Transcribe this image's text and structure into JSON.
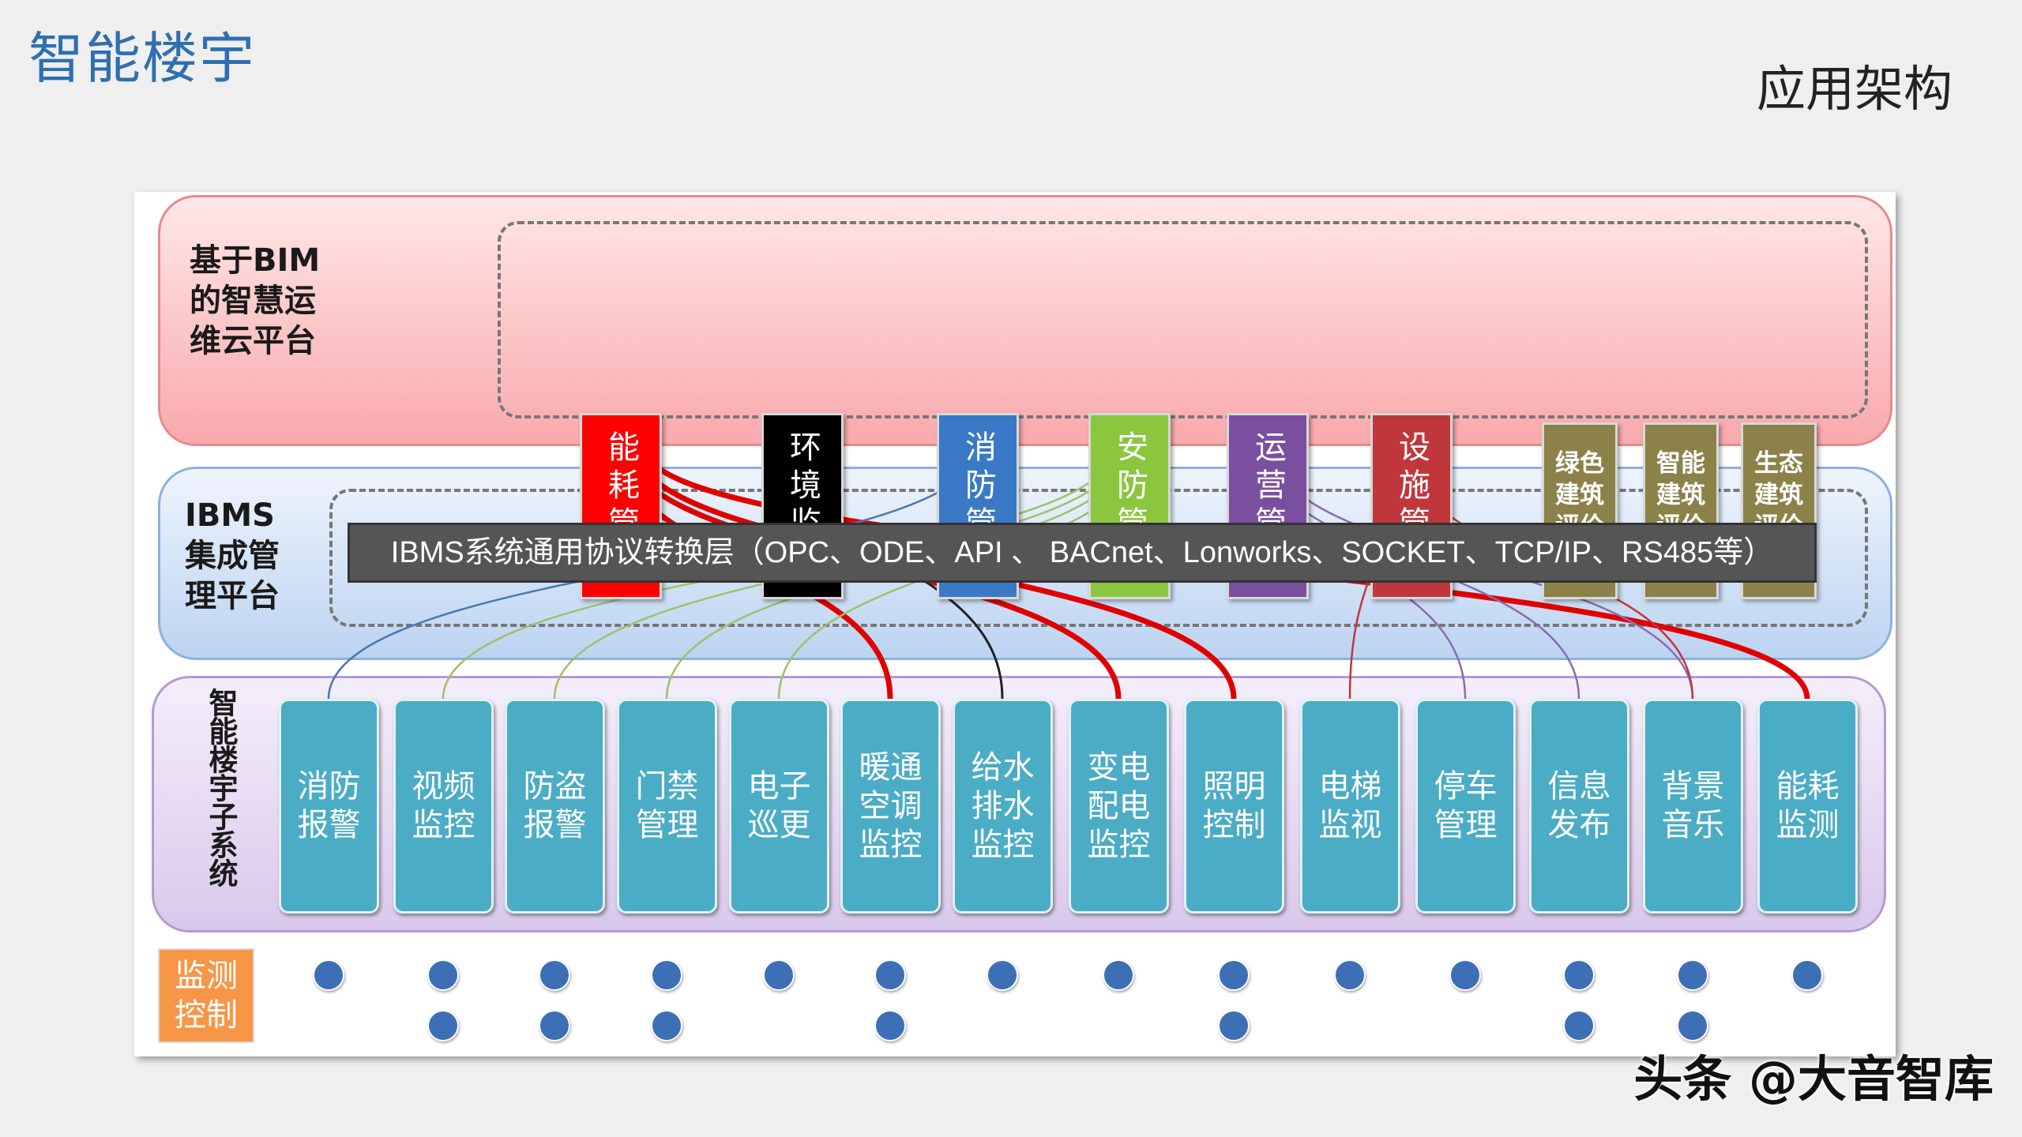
{
  "page_title": "智能楼宇",
  "section_title": "应用架构",
  "watermark": "头条 @大音智库",
  "bim_layer": {
    "label": "基于BIM的智慧运维云平台",
    "modules": [
      {
        "text": "能耗管理",
        "bg": "#ff0000",
        "fg": "#ffffff"
      },
      {
        "text": "环境监测",
        "bg": "#000000",
        "fg": "#ffffff"
      },
      {
        "text": "消防管理",
        "bg": "#3a79c6",
        "fg": "#ffffff"
      },
      {
        "text": "安防管理",
        "bg": "#8cc63f",
        "fg": "#ffffff"
      },
      {
        "text": "运营管理",
        "bg": "#7a4fa0",
        "fg": "#ffffff"
      },
      {
        "text": "设施管理",
        "bg": "#c0373b",
        "fg": "#ffffff"
      }
    ],
    "evaluation_modules": [
      {
        "text": "绿色建筑评价体系"
      },
      {
        "text": "智能建筑评价体系"
      },
      {
        "text": "生态建筑评价体系"
      }
    ]
  },
  "ibms_layer": {
    "label": "IBMS集成管理平台",
    "protocol_bar": "IBMS系统通用协议转换层（OPC、ODE、API 、 BACnet、Lonworks、SOCKET、TCP/IP、RS485等）"
  },
  "subsystem_layer": {
    "label": "智能楼宇子系统",
    "subsystems": [
      "消防报警",
      "视频监控",
      "防盗报警",
      "门禁管理",
      "电子巡更",
      "暖通空调监控",
      "给水排水监控",
      "变电配电监控",
      "照明控制",
      "电梯监视",
      "停车管理",
      "信息发布",
      "背景音乐",
      "能耗监测"
    ]
  },
  "monitor_control": {
    "label": "监测控制",
    "dot_color": "#3d6fb6",
    "dots_per_subsystem": [
      1,
      2,
      2,
      2,
      1,
      2,
      1,
      1,
      2,
      1,
      1,
      2,
      2,
      1
    ]
  }
}
